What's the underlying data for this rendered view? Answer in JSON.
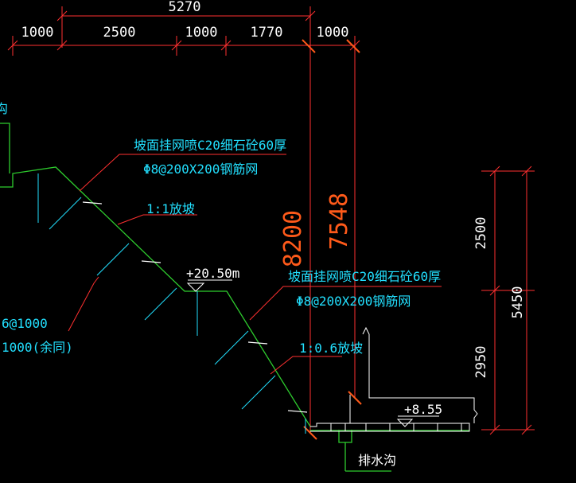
{
  "top_dimensions": {
    "overall": "5270",
    "segments": [
      "1000",
      "2500",
      "1000",
      "1770",
      "1000"
    ]
  },
  "vertical_dimensions": {
    "tall_a": "8200",
    "tall_b": "7548",
    "right_upper": "2500",
    "right_lower": "2950",
    "right_total": "5450"
  },
  "annotations": {
    "upper_spray_line1": "坡面挂网喷C20细石砼60厚",
    "upper_spray_line2": "Φ8@200X200钢筋网",
    "slope_upper": "1:1放坡",
    "lower_spray_line1": "坡面挂网喷C20细石砼60厚",
    "lower_spray_line2": "Φ8@200X200钢筋网",
    "slope_lower": "1:0.6放坡",
    "anchor_line1": "6@1000",
    "anchor_line2": "1000(余同)",
    "left_partial": "沟",
    "drain_ditch": "排水沟"
  },
  "elevations": {
    "berm": "+20.50m",
    "base": "+8.55"
  },
  "colors": {
    "background": "#000000",
    "dimension": "#ff3030",
    "slope_line": "#2ecc2e",
    "anchor": "#22e0ff",
    "text_cyan": "#22e0ff",
    "text_white": "#ffffff",
    "extension_orange": "#ff5a1a"
  }
}
